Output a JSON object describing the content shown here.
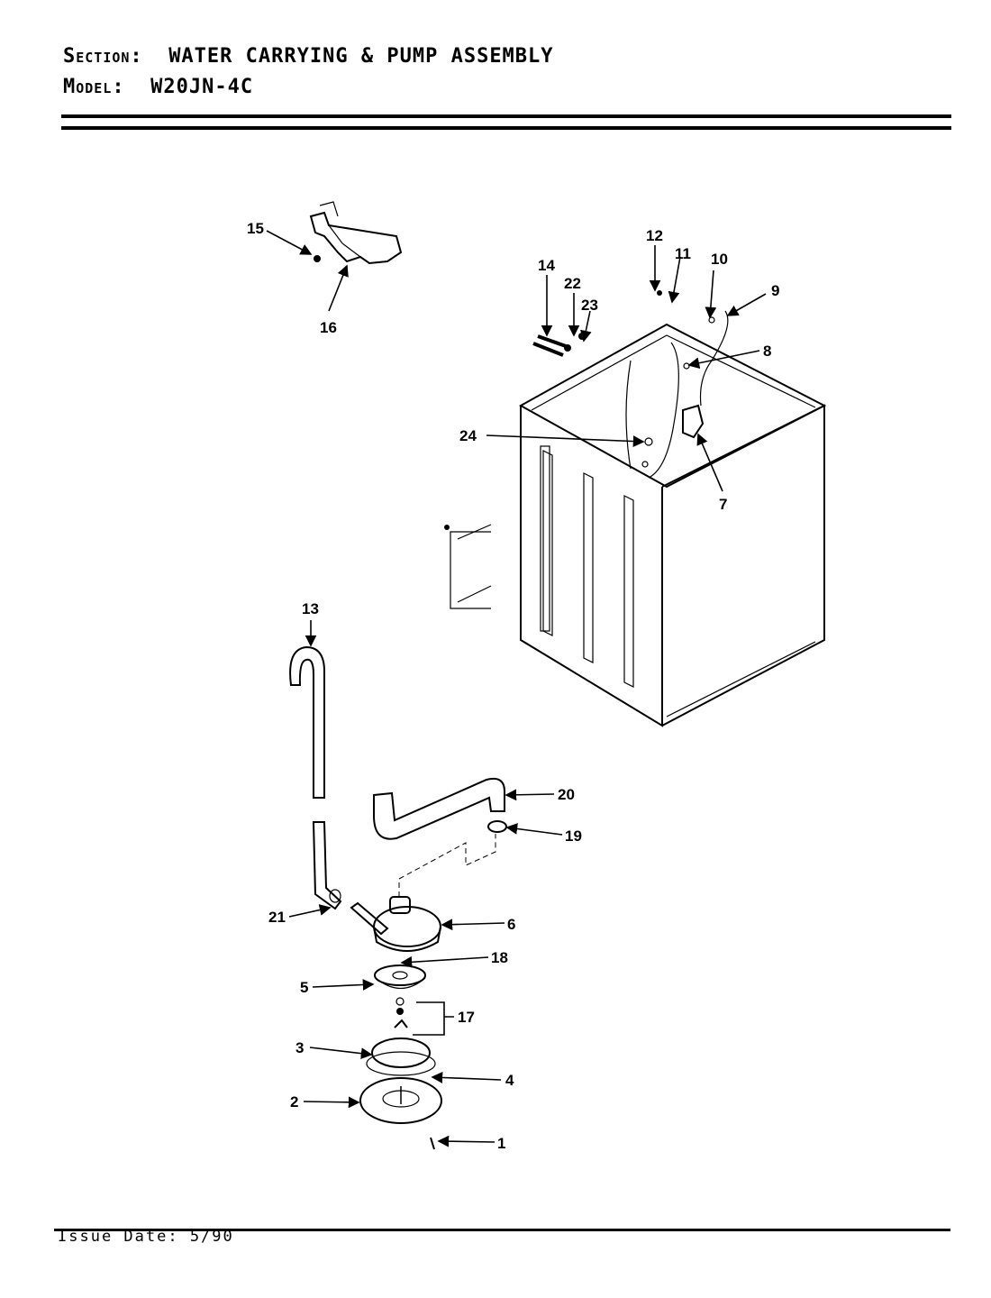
{
  "header": {
    "section_label": "Section:",
    "section_value": "WATER CARRYING & PUMP ASSEMBLY",
    "model_label": "Model:",
    "model_value": "W20JN-4C"
  },
  "footer": {
    "issue_date": "Issue Date: 5/90"
  },
  "callouts": [
    {
      "id": "1",
      "label": "1"
    },
    {
      "id": "2",
      "label": "2"
    },
    {
      "id": "3",
      "label": "3"
    },
    {
      "id": "4",
      "label": "4"
    },
    {
      "id": "5",
      "label": "5"
    },
    {
      "id": "6",
      "label": "6"
    },
    {
      "id": "7",
      "label": "7"
    },
    {
      "id": "8",
      "label": "8"
    },
    {
      "id": "9",
      "label": "9"
    },
    {
      "id": "10",
      "label": "10"
    },
    {
      "id": "11",
      "label": "11"
    },
    {
      "id": "12",
      "label": "12"
    },
    {
      "id": "13",
      "label": "13"
    },
    {
      "id": "14",
      "label": "14"
    },
    {
      "id": "15",
      "label": "15"
    },
    {
      "id": "16",
      "label": "16"
    },
    {
      "id": "17",
      "label": "17"
    },
    {
      "id": "18",
      "label": "18"
    },
    {
      "id": "19",
      "label": "19"
    },
    {
      "id": "20",
      "label": "20"
    },
    {
      "id": "21",
      "label": "21"
    },
    {
      "id": "22",
      "label": "22"
    },
    {
      "id": "23",
      "label": "23"
    },
    {
      "id": "24",
      "label": "24"
    }
  ],
  "components": {
    "cabinet": "washer-cabinet",
    "bracket": "mounting-bracket",
    "drain_hose": "drain-hose",
    "pump_hose": "pump-hose",
    "pump": "water-pump",
    "pulley": "pump-pulley",
    "pump_base": "pump-base",
    "cover_plate": "cover-plate"
  }
}
